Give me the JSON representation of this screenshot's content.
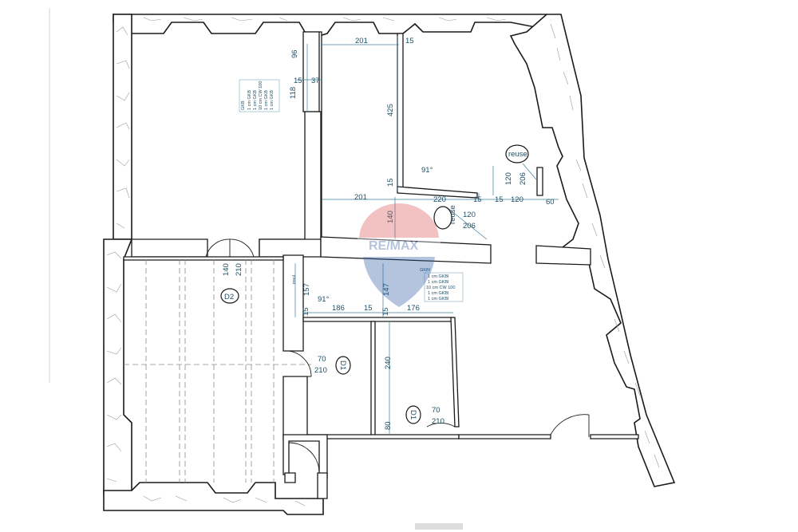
{
  "dimensions": {
    "d201_top": "201",
    "d15_top": "15",
    "d96": "96",
    "d15_left": "15",
    "d37": "37",
    "d118": "118",
    "d425": "425",
    "d91_a": "91°",
    "d120_a": "120",
    "d206_a": "206",
    "d15_mid": "15",
    "d201_mid": "201",
    "d220": "220",
    "d15_b": "15",
    "d15_c": "15",
    "d120_b": "120",
    "d60": "60",
    "d140_v": "140",
    "d120_c": "120",
    "d206_b": "206",
    "d140_d2": "140",
    "d210_d2": "210",
    "d157": "157",
    "d147": "147",
    "d91_b": "91°",
    "d15_row_a": "15",
    "d186": "186",
    "d15_row_b": "15",
    "d15_row_c": "15",
    "d176": "176",
    "d70_a": "70",
    "d210_a": "210",
    "d240": "240",
    "d70_b": "70",
    "d210_b": "210",
    "d80": "80"
  },
  "labels": {
    "reuse_a": "reuse",
    "reuse_b": "reuse",
    "d2": "D2",
    "d1_a": "D1",
    "d1_b": "D1",
    "insul": "insul.",
    "gkbi_head": "GKBI"
  },
  "wall_spec_top": [
    "GKB",
    "1 cm GKB",
    "1 cm GKB",
    "10 cm CW 100",
    "1 cm GKB",
    "1 cm GKB"
  ],
  "wall_spec_mid": [
    "1 cm  GKBI",
    "1 cm  GKBI",
    "10 cm  CW 100",
    "1 cm  GKBI",
    "1 cm  GKBI"
  ],
  "watermark": "RE/MAX",
  "colors": {
    "dimension": "#3a7fa0",
    "wall": "#1a1a1a",
    "watermark_red": "#d9534f",
    "watermark_blue": "#2a5aa6"
  }
}
